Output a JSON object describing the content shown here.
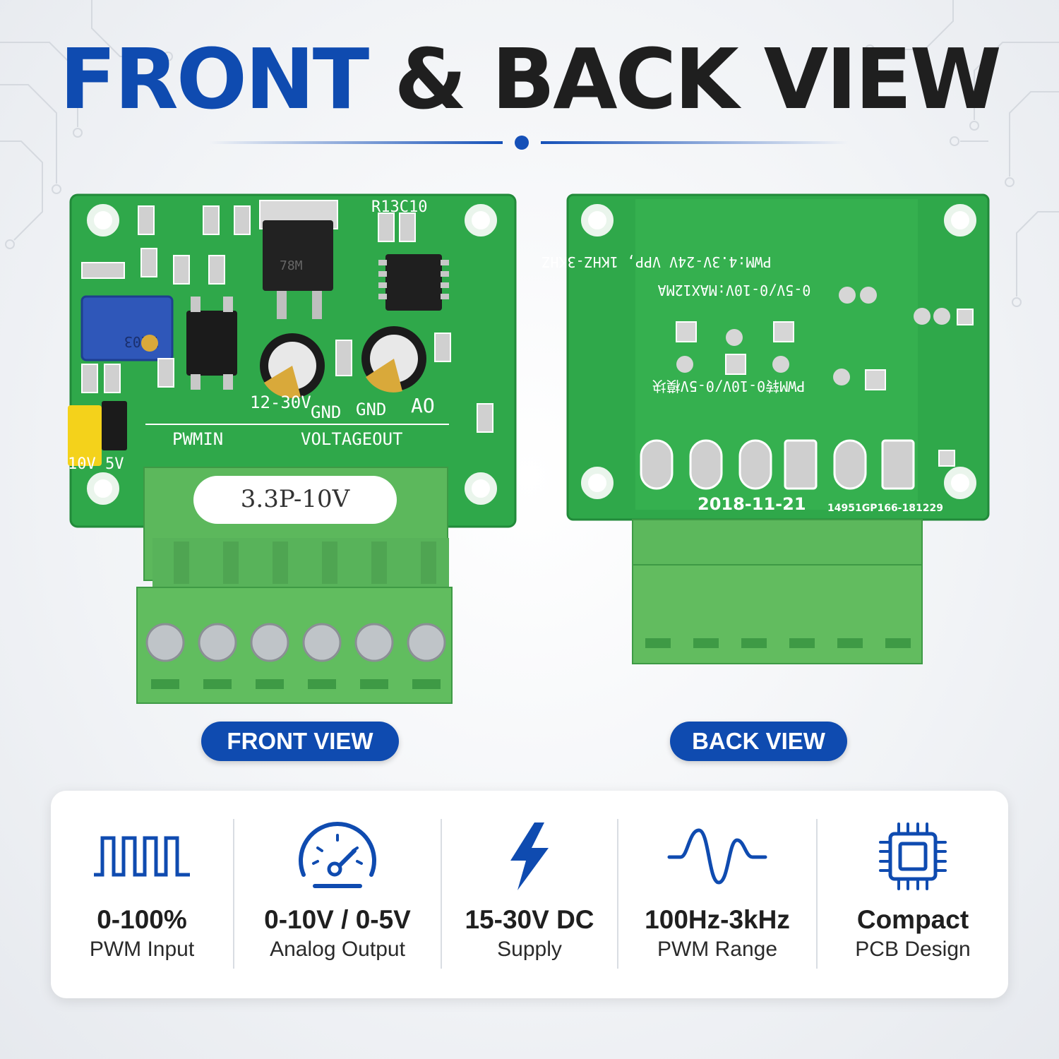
{
  "title": {
    "part1": "FRONT",
    "part2": "& BACK VIEW"
  },
  "colors": {
    "accent": "#0f4bb0",
    "text": "#1f1f1f",
    "pcb": "#2fa84a",
    "terminal": "#5cb85c"
  },
  "front_board": {
    "label_sticker": "3.3P-10V",
    "silkscreen": {
      "pwmin": "PWMIN",
      "voltageout": "VOLTAGEOUT",
      "supply": "12-30V",
      "gnd1": "GND",
      "gnd2": "GND",
      "ao": "AO",
      "jumper": "10V 5V",
      "ic_78m": "78M",
      "pot": "W103",
      "refs_top": "R13C10"
    }
  },
  "back_board": {
    "line1": "PWM:4.3V-24V VPP, 1KHZ-3KHZ",
    "line2": "0-5V/0-10V:MAX12MA",
    "line3": "PWM转0-10V/0-5V模块",
    "date": "2018-11-21",
    "code": "14951GP166-181229"
  },
  "labels": {
    "front": "FRONT VIEW",
    "back": "BACK VIEW"
  },
  "features": [
    {
      "icon": "pwm-wave-icon",
      "value": "0-100%",
      "label": "PWM Input"
    },
    {
      "icon": "gauge-icon",
      "value": "0-10V / 0-5V",
      "label": "Analog Output"
    },
    {
      "icon": "lightning-bolt-icon",
      "value": "15-30V DC",
      "label": "Supply"
    },
    {
      "icon": "sine-wave-icon",
      "value": "100Hz-3kHz",
      "label": "PWM Range"
    },
    {
      "icon": "chip-icon",
      "value": "Compact",
      "label": "PCB Design"
    }
  ]
}
